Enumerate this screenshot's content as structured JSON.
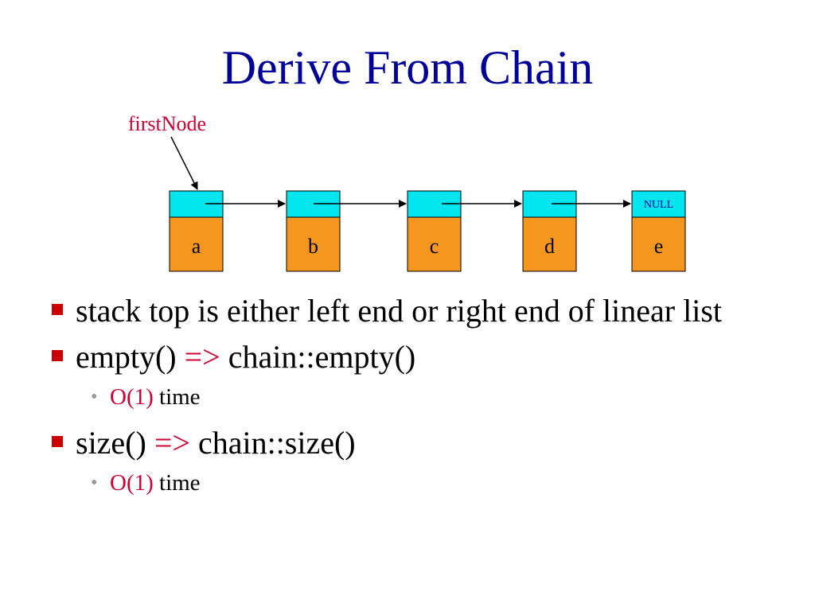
{
  "slide": {
    "title": "Derive From Chain"
  },
  "diagram": {
    "pointer_label": "firstNode",
    "nodes": [
      {
        "element": "a",
        "link": ""
      },
      {
        "element": "b",
        "link": ""
      },
      {
        "element": "c",
        "link": ""
      },
      {
        "element": "d",
        "link": ""
      },
      {
        "element": "e",
        "link": "NULL"
      }
    ],
    "colors": {
      "link_field": "#00e5ee",
      "element_field": "#f5961e",
      "pointer_label": "#cc0033",
      "title": "#000099",
      "bullet_marker": "#cc0000",
      "sub_bullet_marker": "#999999"
    }
  },
  "bullets": [
    {
      "text": "stack top is either left end or right end of linear list"
    },
    {
      "segments": [
        "empty() ",
        "=>",
        " chain::empty()"
      ],
      "sub": {
        "highlight": "O(1)",
        "rest": " time"
      }
    },
    {
      "segments": [
        "size() ",
        "=>",
        " chain::size()"
      ],
      "sub": {
        "highlight": "O(1)",
        "rest": " time"
      }
    }
  ]
}
